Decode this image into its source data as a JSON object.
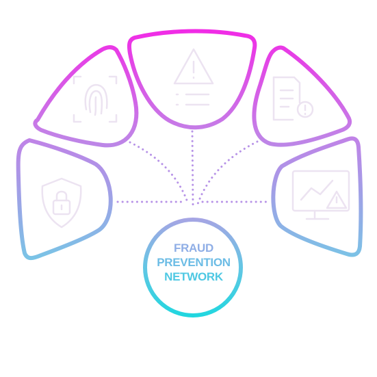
{
  "hub": {
    "lines": [
      "FRAUD",
      "PREVENTION",
      "NETWORK"
    ]
  },
  "colors": {
    "gradient_top": "#ee33e8",
    "gradient_bottom": "#7bc2e6",
    "hub_bottom": "#1fd4df",
    "connector": "#b98ee6",
    "icon_stroke": "#eadff0"
  },
  "segments": [
    {
      "id": "security-shield",
      "icon": "lock-shield-icon"
    },
    {
      "id": "biometric",
      "icon": "fingerprint-scan-icon"
    },
    {
      "id": "alert",
      "icon": "warning-checklist-icon"
    },
    {
      "id": "report",
      "icon": "document-alert-icon"
    },
    {
      "id": "monitoring",
      "icon": "monitor-chart-alert-icon"
    }
  ]
}
